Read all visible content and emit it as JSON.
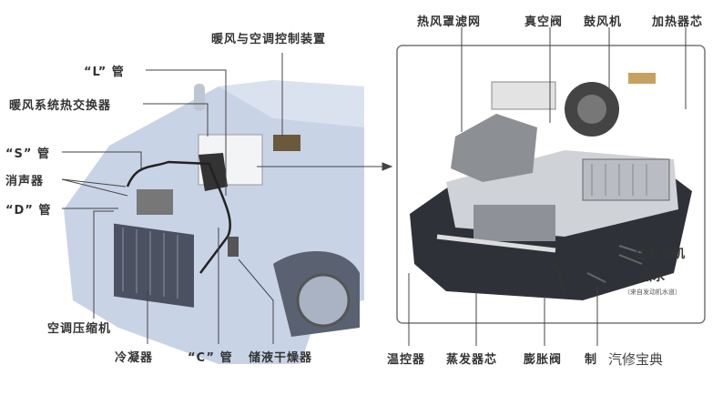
{
  "left_labels": {
    "control_unit": "暖风与空调控制装置",
    "l_pipe": "“L” 管",
    "heater_exchanger": "暖风系统热交换器",
    "s_pipe": "“S” 管",
    "muffler": "消声器",
    "d_pipe": "“D” 管",
    "compressor": "空调压缩机",
    "condenser": "冷凝器",
    "c_pipe": "“C” 管",
    "receiver_drier": "储液干燥器"
  },
  "right_labels": {
    "filter": "热风罩滤网",
    "vacuum_valve": "真空阀",
    "blower": "鼓风机",
    "heater_core": "加热器芯",
    "to_engine": "往发动机",
    "hot_water": "热水",
    "hot_water_note": "（来自发动机水道）",
    "thermostat": "温控器",
    "evaporator": "蒸发器芯",
    "expansion_valve": "膨胀阀",
    "refrigerant": "制"
  },
  "watermark": "汽修宝典",
  "colors": {
    "car_body": "#c9d3e6",
    "line": "#333333",
    "frame": "#777777"
  }
}
